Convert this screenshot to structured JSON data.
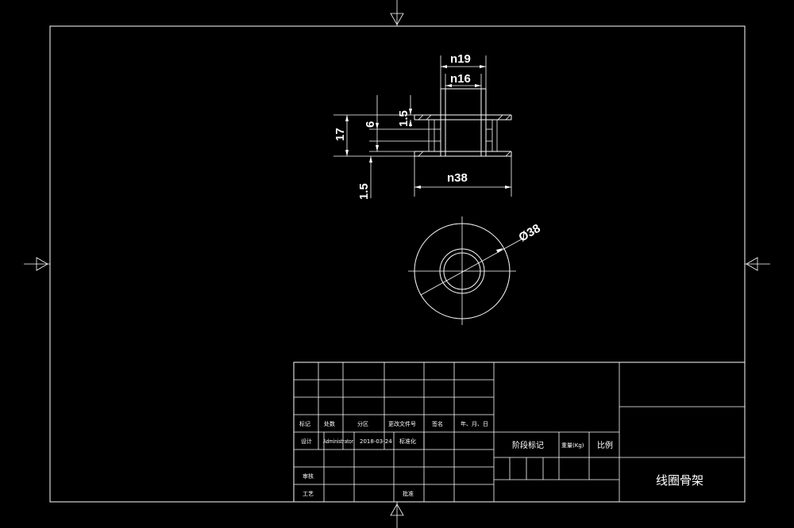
{
  "drawing": {
    "background": "#000000",
    "line_color": "#ffffff",
    "dimensions": {
      "top_outer_width": "n19",
      "top_inner_width": "n16",
      "total_height": "17",
      "inner_height": "6",
      "top_flange": "1.5",
      "bottom_flange": "1.5",
      "base_width": "n38",
      "circle_diameter": "Ø38"
    }
  },
  "title_block": {
    "row_labels": {
      "mark": "标记",
      "count": "处数",
      "zone": "分区",
      "change_doc": "更改文件号",
      "signature": "签名",
      "date": "年、月、日"
    },
    "design_label": "设计",
    "designer": "Administrator",
    "design_date": "2018-03-24",
    "standardization": "标准化",
    "review_label": "审核",
    "process_label": "工艺",
    "approve_label": "批准",
    "stage_mark": "阶段标记",
    "weight": "重量(Kg)",
    "scale": "比例",
    "drawing_title": "线圈骨架"
  }
}
